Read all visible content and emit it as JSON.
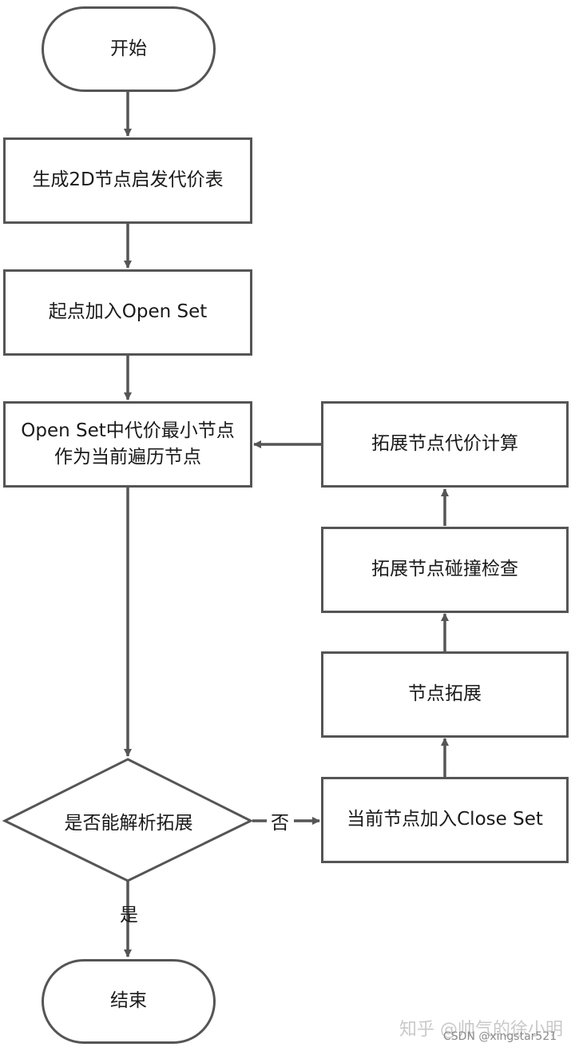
{
  "flowchart": {
    "start": "开始",
    "step_generate_cost_table": "生成2D节点启发代价表",
    "step_add_start": "起点加入Open Set",
    "step_select_min": "Open Set中代价最小节点\n作为当前遍历节点",
    "decision_analytic_expand": "是否能解析拓展",
    "yes_label": "是",
    "no_label": "否",
    "end": "结束",
    "step_add_close": "当前节点加入Close Set",
    "step_expand": "节点拓展",
    "step_collision_check": "拓展节点碰撞检查",
    "step_cost_calc": "拓展节点代价计算"
  },
  "watermark": {
    "zhihu": "知乎 @帅气的徐小明",
    "csdn": "CSDN @xingstar521"
  },
  "colors": {
    "stroke": "#555555",
    "text": "#1a1a1a",
    "background": "#ffffff"
  }
}
